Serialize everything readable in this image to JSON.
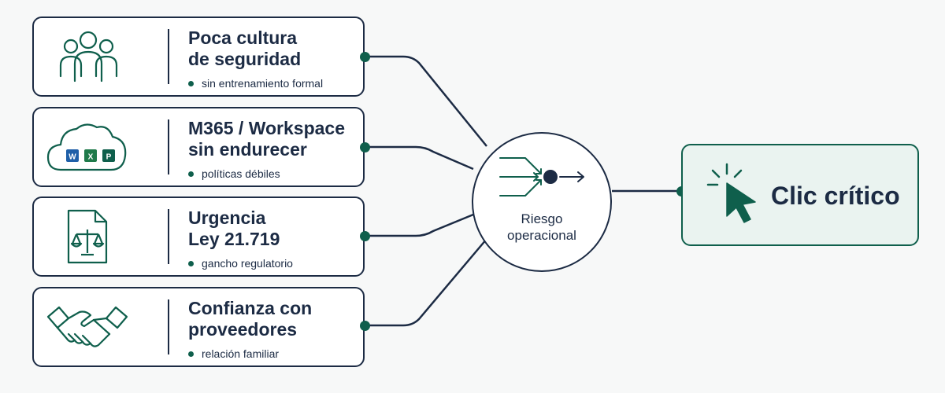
{
  "diagram": {
    "factors": [
      {
        "title": "Poca cultura\nde seguridad",
        "detail": "sin entrenamiento formal",
        "icon": "people-icon"
      },
      {
        "title": "M365 / Workspace\nsin endurecer",
        "detail": "políticas débiles",
        "icon": "cloud-apps-icon",
        "app_badges": [
          "W",
          "X",
          "P"
        ]
      },
      {
        "title": "Urgencia\nLey 21.719",
        "detail": "gancho regulatorio",
        "icon": "legal-document-icon"
      },
      {
        "title": "Confianza con\nproveedores",
        "detail": "relación familiar",
        "icon": "handshake-icon"
      }
    ],
    "hub": {
      "label": "Riesgo\noperacional",
      "icon": "convergence-arrows-icon"
    },
    "result": {
      "label": "Clic crítico",
      "icon": "cursor-click-icon"
    }
  },
  "colors": {
    "navy": "#1c2b44",
    "green": "#0f5f4c",
    "result_fill": "#eaf3f0",
    "background": "#f7f8f8",
    "word_badge": "#1f5fa8",
    "excel_badge": "#1f7a4a",
    "publisher_badge": "#0f5f4c"
  }
}
